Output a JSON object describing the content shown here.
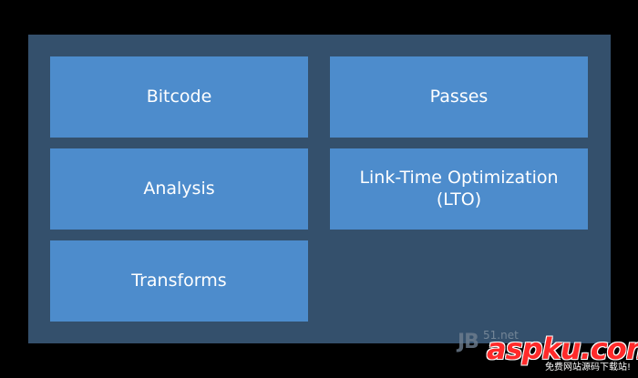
{
  "diagram": {
    "tiles": {
      "bitcode": "Bitcode",
      "passes": "Passes",
      "analysis": "Analysis",
      "lto_line1": "Link-Time Optimization",
      "lto_line2": "(LTO)",
      "transforms": "Transforms"
    }
  },
  "watermark": {
    "jb": "JB",
    "site_prefix": "51.net",
    "brand": "aspku",
    "brand_suffix": ".com",
    "tagline": "免费网站源码下载站!"
  },
  "colors": {
    "background": "#000000",
    "panel": "#34506c",
    "tile": "#4d8ccc",
    "text": "#ffffff",
    "watermark_brand": "#ff2a2a"
  }
}
